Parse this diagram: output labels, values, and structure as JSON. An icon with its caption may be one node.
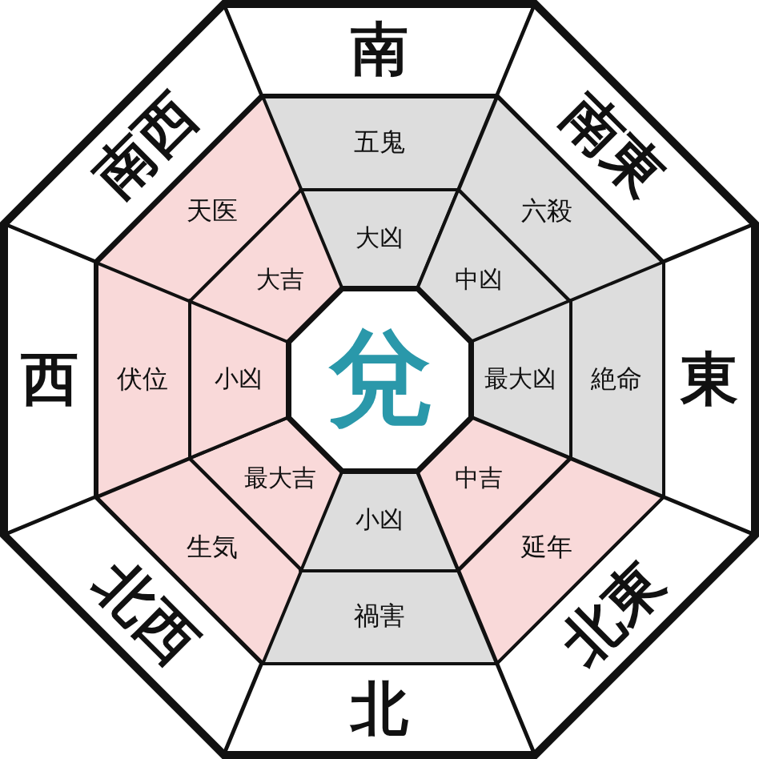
{
  "diagram": {
    "nodes": [
      {
        "text": [
          "南"
        ]
      },
      {
        "text": [
          "南東"
        ]
      },
      {
        "text": [
          "東"
        ]
      },
      {
        "text": [
          "北東"
        ]
      },
      {
        "text": [
          "北"
        ]
      },
      {
        "text": [
          "北西"
        ]
      },
      {
        "text": [
          "西"
        ]
      },
      {
        "text": [
          "南西"
        ]
      },
      {
        "text": [
          "五鬼"
        ]
      },
      {
        "text": [
          "六殺"
        ]
      },
      {
        "text": [
          "絶命"
        ]
      },
      {
        "text": [
          "延年"
        ]
      },
      {
        "text": [
          "禍害"
        ]
      },
      {
        "text": [
          "生気"
        ]
      },
      {
        "text": [
          "伏位"
        ]
      },
      {
        "text": [
          "天医"
        ]
      },
      {
        "text": [
          "大凶"
        ]
      },
      {
        "text": [
          "中凶"
        ]
      },
      {
        "text": [
          "最大凶"
        ]
      },
      {
        "text": [
          "中吉"
        ]
      },
      {
        "text": [
          "小凶"
        ]
      },
      {
        "text": [
          "最大吉"
        ]
      },
      {
        "text": [
          "小凶"
        ]
      },
      {
        "text": [
          "大吉"
        ]
      },
      {
        "text": [
          "兌"
        ]
      }
    ]
  }
}
